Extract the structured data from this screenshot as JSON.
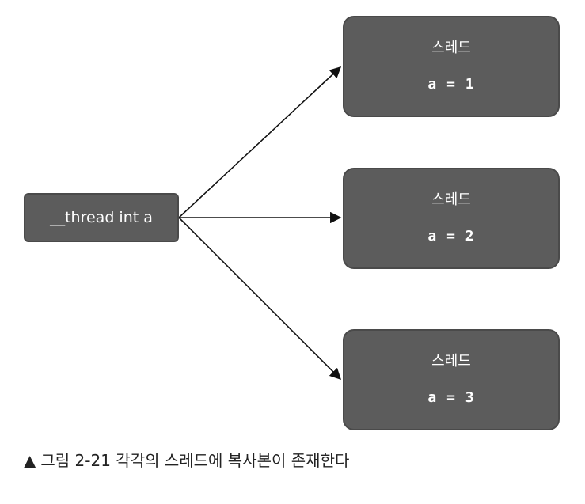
{
  "source": {
    "label": "__thread int a"
  },
  "threads": [
    {
      "title": "스레드",
      "value": "a = 1"
    },
    {
      "title": "스레드",
      "value": "a = 2"
    },
    {
      "title": "스레드",
      "value": "a = 3"
    }
  ],
  "caption": {
    "marker": "▲",
    "text": "그림 2-21 각각의 스레드에 복사본이 존재한다"
  }
}
